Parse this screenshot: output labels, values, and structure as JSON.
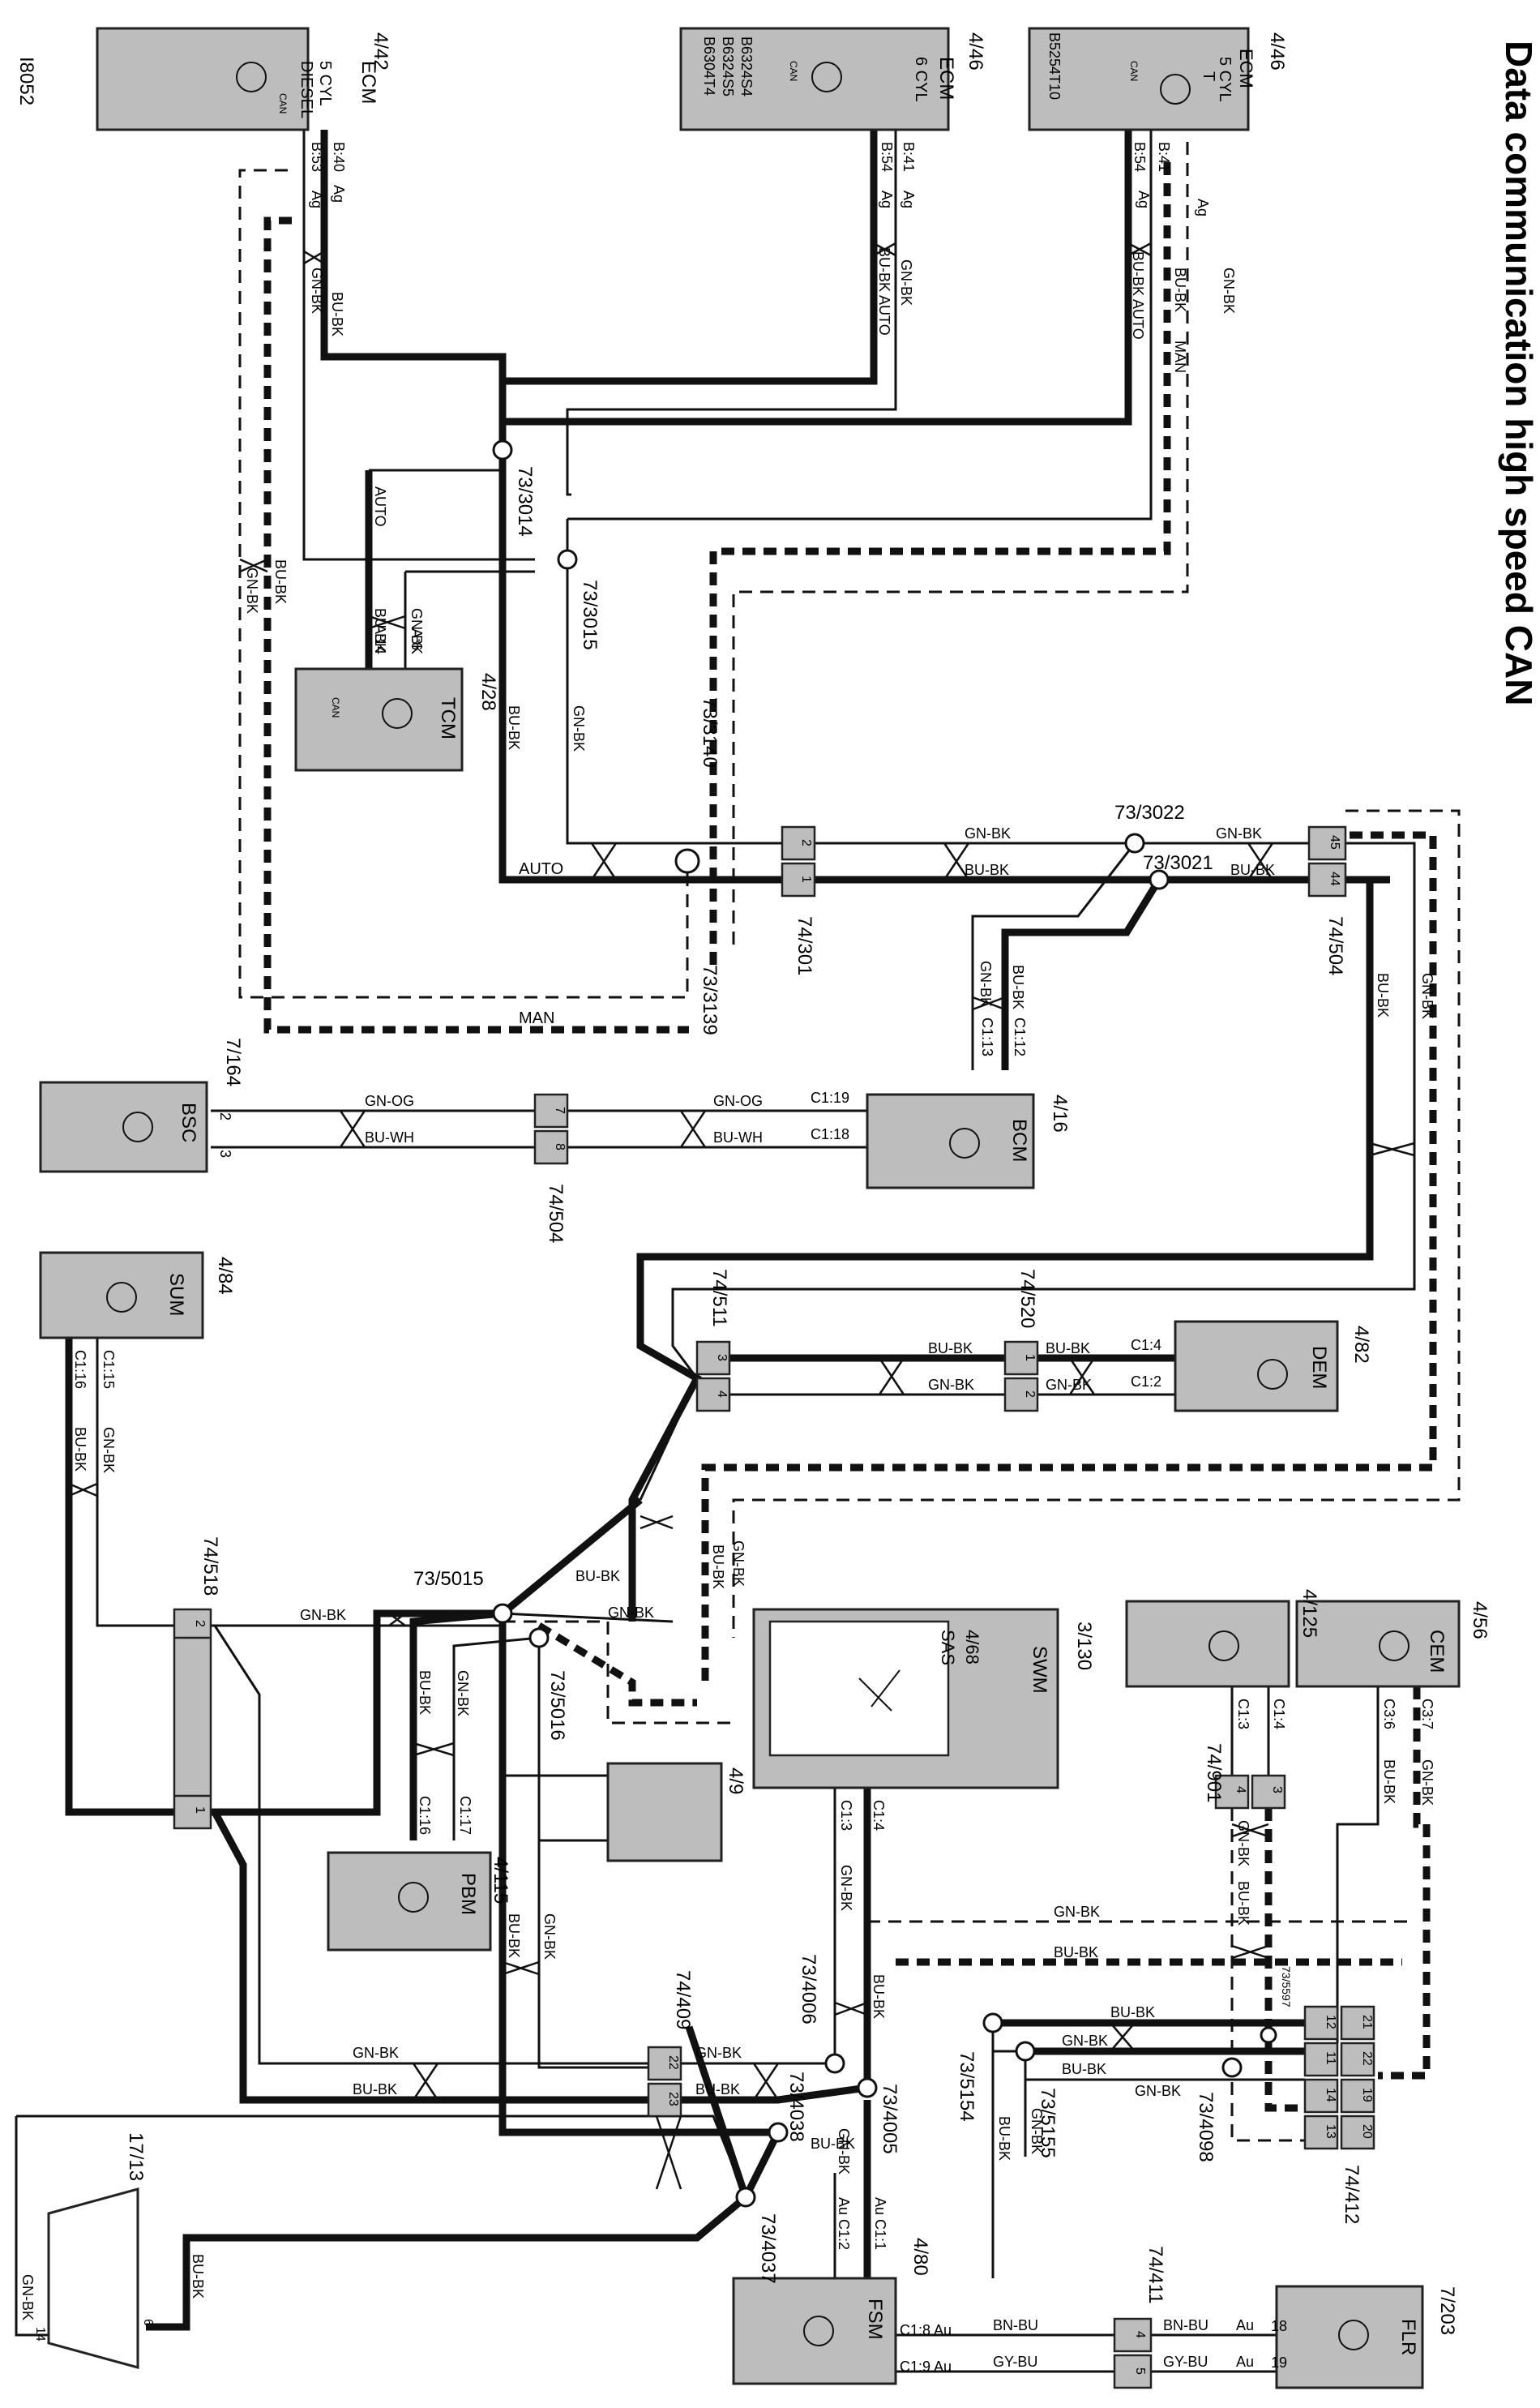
{
  "title": "Data communication high speed CAN",
  "figure_id": "I8052",
  "modules": {
    "ecm_diesel": {
      "ref": "4/42",
      "name": "ECM",
      "sub1": "5 CYL",
      "sub2": "DIESEL",
      "pin1": "B:40",
      "pin2": "B:53"
    },
    "ecm_6cyl": {
      "ref": "4/46",
      "name": "ECM",
      "sub1": "6 CYL",
      "sub2": "B6324S4",
      "sub3": "B6324S5",
      "sub4": "B6304T4",
      "pin1": "B:41",
      "pin2": "B:54"
    },
    "ecm_5cyl_t": {
      "ref": "4/46",
      "name": "ECM",
      "sub1": "5 CYL",
      "sub2": "T",
      "sub3": "B5254T10",
      "pin1": "B:41",
      "pin2": "B:54"
    },
    "tcm": {
      "ref": "4/28",
      "name": "TCM",
      "pin1": "A:14",
      "pin2": "A:6"
    },
    "bsc": {
      "ref": "7/164",
      "name": "BSC",
      "pin1": "2",
      "pin2": "3"
    },
    "bcm": {
      "ref": "4/16",
      "name": "BCM",
      "pin1": "C1:19",
      "pin2": "C1:18",
      "pin3": "C1:13",
      "pin4": "C1:12"
    },
    "sum": {
      "ref": "4/84",
      "name": "SUM",
      "pin1": "C1:15",
      "pin2": "C1:16"
    },
    "dem": {
      "ref": "4/82",
      "name": "DEM",
      "pin1": "C1:4",
      "pin2": "C1:2"
    },
    "swm": {
      "ref": "3/130",
      "name": "SWM",
      "pin1": "C1:3",
      "pin2": "C1:4"
    },
    "sas": {
      "ref": "4/68",
      "name": "SAS"
    },
    "cem": {
      "ref": "4/56",
      "name": "CEM",
      "pin1": "C3:6",
      "pin2": "C3:7"
    },
    "mod_4_125": {
      "ref": "4/125",
      "pin1": "C1:3",
      "pin2": "C1:4"
    },
    "mod_4_9": {
      "ref": "4/9"
    },
    "pbm": {
      "ref": "4/115",
      "name": "PBM",
      "pin1": "C1:16",
      "pin2": "C1:17"
    },
    "fsm": {
      "ref": "4/80",
      "name": "FSM",
      "pin1": "C1:8",
      "pin2": "C1:9",
      "pin3": "C1:1",
      "pin4": "C1:2"
    },
    "flr": {
      "ref": "7/203",
      "name": "FLR",
      "pin1": "18",
      "pin2": "19"
    },
    "dlc": {
      "ref": "17/13",
      "pin1": "14",
      "pin2": "6"
    }
  },
  "connectors": {
    "c74_301": {
      "ref": "74/301",
      "p1": "2",
      "p2": "1"
    },
    "c74_504a": {
      "ref": "74/504",
      "p1": "45",
      "p2": "44"
    },
    "c74_504b": {
      "ref": "74/504",
      "p1": "7",
      "p2": "8"
    },
    "c74_511": {
      "ref": "74/511",
      "p1": "3",
      "p2": "4"
    },
    "c74_520": {
      "ref": "74/520",
      "p1": "1",
      "p2": "2"
    },
    "c74_518": {
      "ref": "74/518",
      "p1": "2",
      "p2": "1"
    },
    "c74_409": {
      "ref": "74/409",
      "p1": "22",
      "p2": "23"
    },
    "c74_901": {
      "ref": "74/901",
      "p1": "4",
      "p2": "3"
    },
    "c74_411": {
      "ref": "74/411",
      "p1": "4",
      "p2": "5"
    },
    "c74_412": {
      "ref": "74/412",
      "rows": [
        [
          "12",
          "21"
        ],
        [
          "11",
          "22"
        ],
        [
          "14",
          "19"
        ],
        [
          "13",
          "20"
        ]
      ]
    }
  },
  "splices": {
    "s3014": "73/3014",
    "s3015": "73/3015",
    "s3140": "73/3140",
    "s3139": "73/3139",
    "s3022": "73/3022",
    "s3021": "73/3021",
    "s5015": "73/5015",
    "s5016": "73/5016",
    "s4006": "73/4006",
    "s4038": "73/4038",
    "s4005": "73/4005",
    "s4037": "73/4037",
    "s5154": "73/5154",
    "s5155": "73/5155",
    "s4098": "73/4098",
    "s5597": "73/5597"
  },
  "wire_labels": {
    "gnbk": "GN-BK",
    "bubk": "BU-BK",
    "gnog": "GN-OG",
    "buwh": "BU-WH",
    "bnbu": "BN-BU",
    "gybu": "GY-BU",
    "ag": "Ag",
    "au": "Au",
    "auto": "AUTO",
    "man": "MAN",
    "c18au": "C1:8 Au",
    "c19au": "C1:9 Au",
    "auc11": "Au C1:1",
    "auc12": "Au C1:2",
    "bubk_auto": "BU-BK AUTO"
  },
  "can_label": "CAN",
  "colors": {
    "module_fill": "#bdbdbd",
    "wire": "#111111"
  },
  "icons": [
    "can-transceiver-icon",
    "can-network-icon",
    "twisted-pair-icon",
    "splice-icon",
    "steering-angle-icon"
  ]
}
